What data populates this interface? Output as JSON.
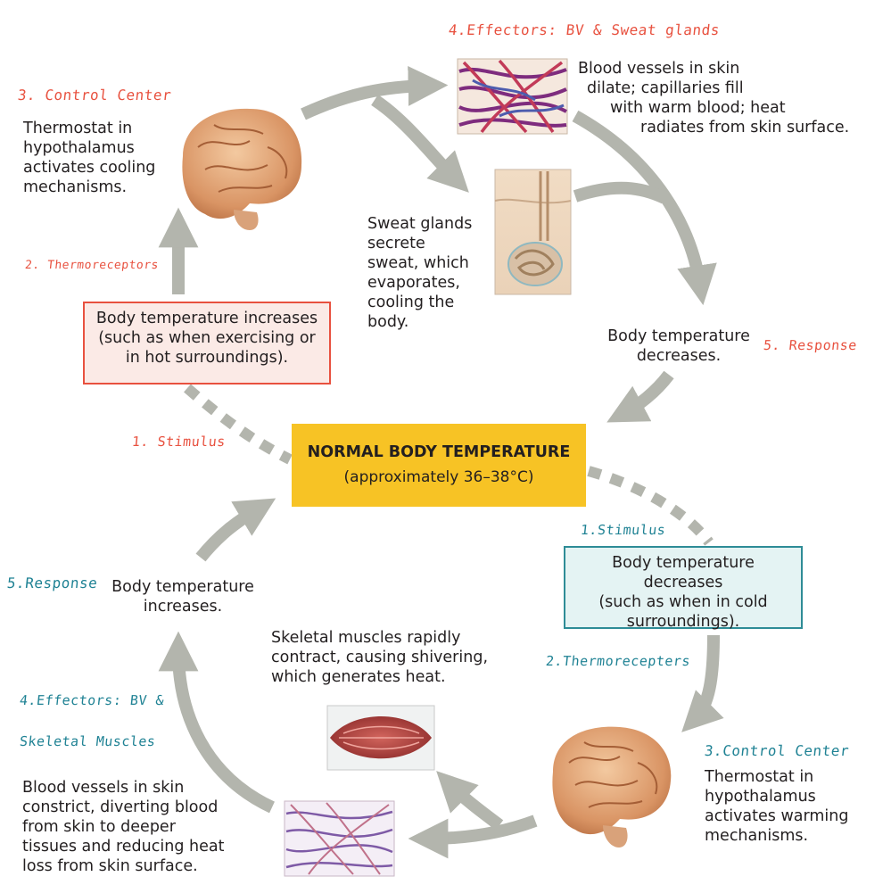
{
  "setpoint": {
    "title": "NORMAL BODY TEMPERATURE",
    "subtitle": "(approximately 36–38°C)"
  },
  "hot_loop": {
    "stimulus_tag": "1. Stimulus",
    "stimulus_box": [
      "Body temperature increases",
      "(such as when exercising or",
      "in hot surroundings)."
    ],
    "receptor_tag": "2. Thermoreceptors",
    "control_tag": "3. Control Center",
    "control_text": [
      "Thermostat in",
      "hypothalamus",
      "activates cooling",
      "mechanisms."
    ],
    "effector_tag": "4.Effectors: BV & Sweat glands",
    "vessel_text": [
      "Blood vessels in skin",
      "dilate; capillaries fill",
      "with warm blood; heat",
      "radiates from skin surface."
    ],
    "sweat_text": [
      "Sweat glands",
      "secrete",
      "sweat, which",
      "evaporates,",
      "cooling the",
      "body."
    ],
    "response_tag": "5. Response",
    "response_text": [
      "Body temperature",
      "decreases."
    ]
  },
  "cold_loop": {
    "stimulus_tag": "1.Stimulus",
    "stimulus_box": [
      "Body temperature decreases",
      "(such as when in cold",
      "surroundings)."
    ],
    "receptor_tag": "2.Thermorecepters",
    "control_tag": "3.Control Center",
    "control_text": [
      "Thermostat in",
      "hypothalamus",
      "activates warming",
      "mechanisms."
    ],
    "effector_tag_1": "4.Effectors: BV &",
    "effector_tag_2": "Skeletal  Muscles",
    "muscle_text": [
      "Skeletal muscles rapidly",
      "contract, causing shivering,",
      "which generates heat."
    ],
    "vessel_text": [
      "Blood vessels in skin",
      "constrict, diverting blood",
      "from skin to deeper",
      "tissues and reducing heat",
      "loss from skin surface."
    ],
    "response_tag": "5.Response",
    "response_text": [
      "Body temperature",
      "increases."
    ]
  },
  "colors": {
    "hot_accent": "#e8513f",
    "cold_accent": "#1f8294",
    "setpoint_fill": "#f7c325",
    "arrow_gray": "#b3b5ad"
  }
}
